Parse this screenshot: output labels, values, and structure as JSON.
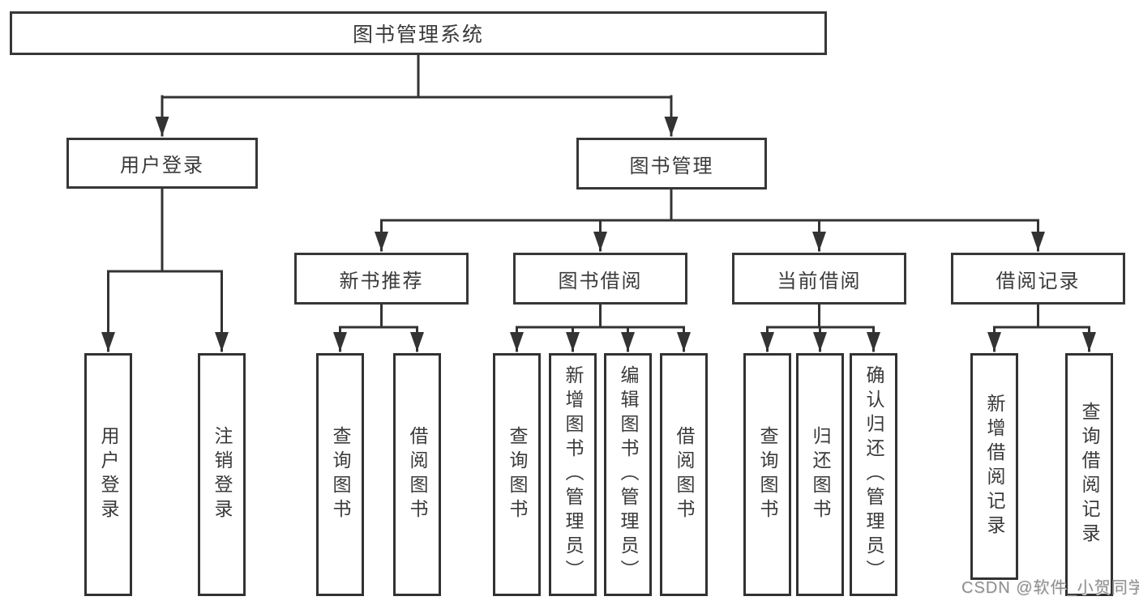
{
  "nodes": {
    "root": "图书管理系统",
    "branches": [
      "用户登录",
      "图书管理"
    ],
    "modules": [
      "新书推荐",
      "图书借阅",
      "当前借阅",
      "借阅记录"
    ],
    "leaves": [
      "用户登录",
      "注销登录",
      "查询图书",
      "借阅图书",
      "查询图书",
      "新增图书（管理员）",
      "编辑图书（管理员）",
      "借阅图书",
      "查询图书",
      "归还图书",
      "确认归还（管理员）",
      "新增借阅记录",
      "查询借阅记录"
    ]
  },
  "hierarchy": {
    "图书管理系统": {
      "用户登录": [
        "用户登录",
        "注销登录"
      ],
      "图书管理": {
        "新书推荐": [
          "查询图书",
          "借阅图书"
        ],
        "图书借阅": [
          "查询图书",
          "新增图书（管理员）",
          "编辑图书（管理员）",
          "借阅图书"
        ],
        "当前借阅": [
          "查询图书",
          "归还图书",
          "确认归还（管理员）"
        ],
        "借阅记录": [
          "新增借阅记录",
          "查询借阅记录"
        ]
      }
    }
  },
  "watermark": "CSDN @软件_小贺同学",
  "colors": {
    "line": "#333333",
    "box_border": "#373737",
    "box_fill": "#ffffff",
    "text": "#3a3a3a",
    "watermark": "#8f8f8f",
    "background": "#ffffff"
  }
}
